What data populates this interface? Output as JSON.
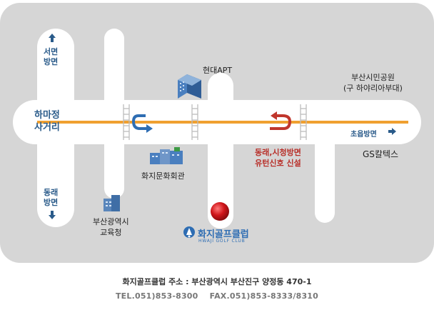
{
  "map": {
    "intersection": [
      "하마정",
      "사거리"
    ],
    "north_direction": [
      "서면",
      "방면"
    ],
    "south_direction": [
      "동래",
      "방면"
    ],
    "hyundai_apt": "현대APT",
    "park": [
      "부산시민공원",
      "(구 하야리아부대)"
    ],
    "choeup": "초읍방면",
    "gs_caltex": "GS칼텍스",
    "uturn": [
      "동래,시청방면",
      "유턴신호 신설"
    ],
    "culture_center": "화지문화회관",
    "education_office": [
      "부산광역시",
      "교육청"
    ],
    "club_name": "화지골프클럽",
    "club_name_en": "HWAJI GOLF CLUB"
  },
  "footer": {
    "address": "화지골프클럽 주소 : 부산광역시 부산진구 양정동 470-1",
    "contact": "TEL.051)853-8300    FAX.051)853-8333/8310"
  },
  "colors": {
    "road_center_line": "#f0a030",
    "uturn_blue": "#2e6db3",
    "uturn_red": "#c0362c",
    "location_marker": "#d0151a"
  }
}
